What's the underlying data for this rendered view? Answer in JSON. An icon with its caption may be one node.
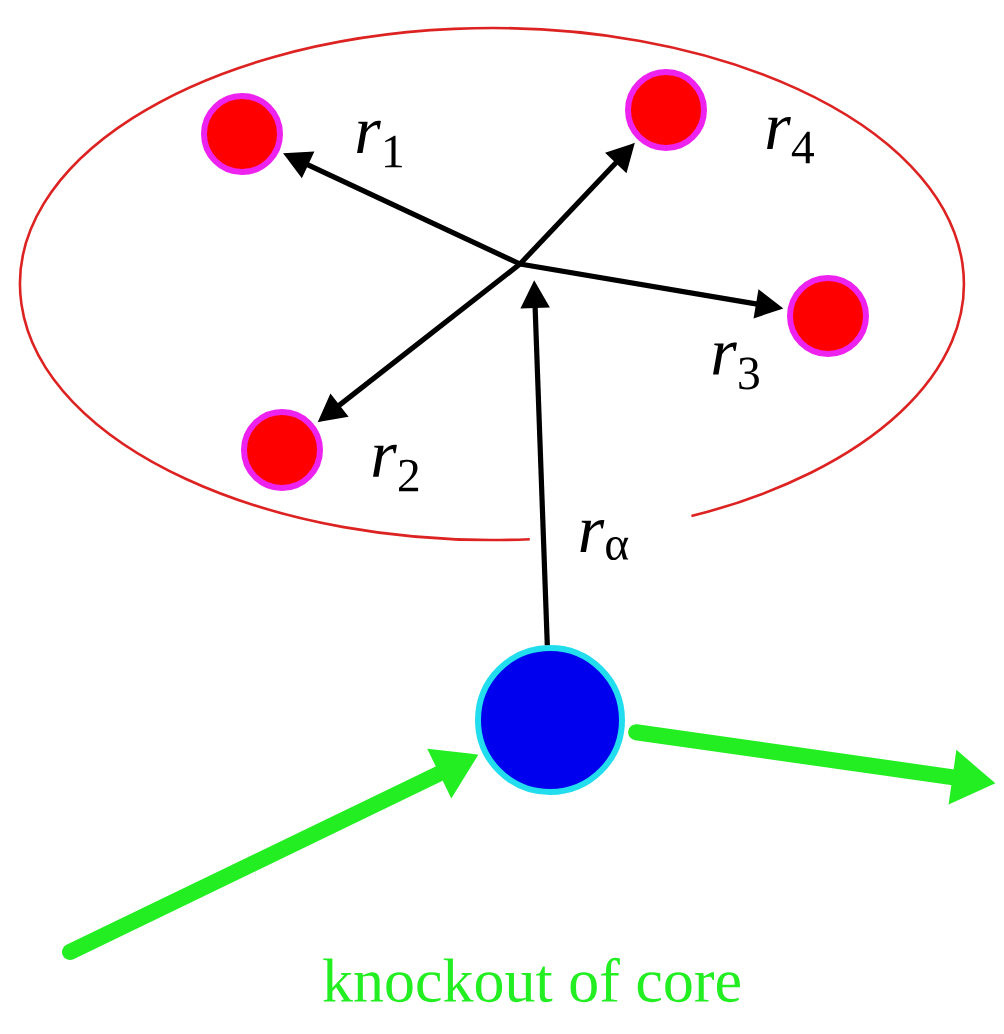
{
  "diagram": {
    "nodes": [
      {
        "text": [],
        "shape": "ellipse"
      },
      {
        "text": [],
        "shape": "circle",
        "in": 0
      },
      {
        "text": [],
        "shape": "circle",
        "in": 0
      },
      {
        "text": [],
        "shape": "circle",
        "in": 0
      },
      {
        "text": [],
        "shape": "circle",
        "in": 0
      },
      {
        "text": [],
        "shape": "circle"
      }
    ],
    "edges": [
      {
        "from": null,
        "to": 1,
        "arrow": "to",
        "label": "*r*$_{1}$"
      },
      {
        "from": null,
        "to": 4,
        "arrow": "to",
        "label": "*r*$_{4}$"
      },
      {
        "from": null,
        "to": 3,
        "arrow": "to",
        "label": "*r*$_{3}$"
      },
      {
        "from": null,
        "to": 2,
        "arrow": "to",
        "label": "*r*$_{2}$"
      },
      {
        "from": 5,
        "to": null,
        "arrow": "to",
        "label": "*r*$_{α}$"
      },
      {
        "from": null,
        "to": 5,
        "arrow": "to",
        "style": "thick",
        "color": "#22ee22"
      },
      {
        "from": 5,
        "to": null,
        "arrow": "to",
        "style": "thick",
        "color": "#22ee22"
      }
    ],
    "labels": [
      "knockout of core"
    ]
  }
}
